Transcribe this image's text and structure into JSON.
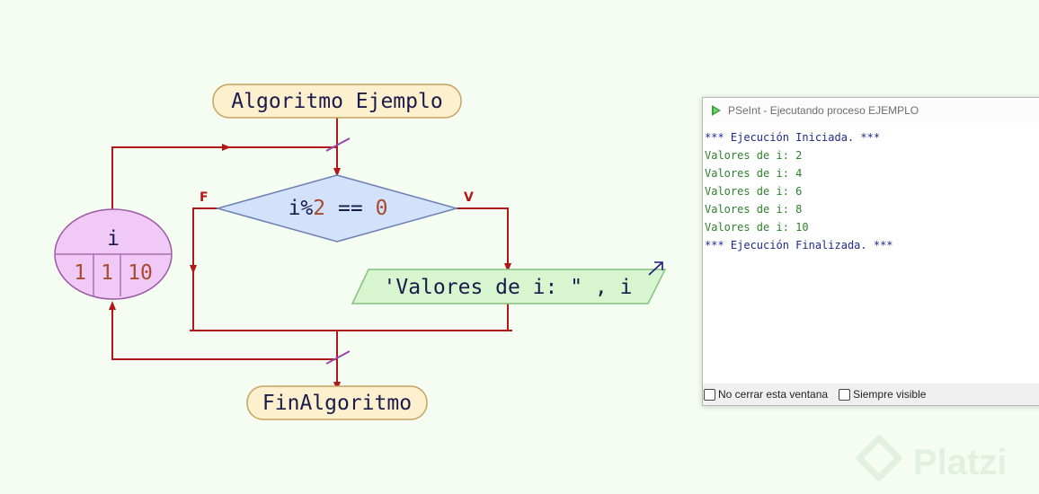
{
  "flowchart": {
    "start_label": "Algoritmo Ejemplo",
    "end_label": "FinAlgoritmo",
    "condition": {
      "var": "i",
      "op": "%",
      "mod_value": "2",
      "cmp": "==",
      "cmp_value": "0"
    },
    "false_label": "F",
    "true_label": "V",
    "output_text": "'Valores de i: \" , i",
    "loop": {
      "var": "i",
      "start": "1",
      "step": "1",
      "end": "10"
    }
  },
  "console": {
    "title": "PSeInt - Ejecutando proceso EJEMPLO",
    "lines": [
      {
        "text": "*** Ejecución Iniciada. ***",
        "kind": "sys"
      },
      {
        "text": "Valores de i: 2",
        "kind": "out"
      },
      {
        "text": "Valores de i: 4",
        "kind": "out"
      },
      {
        "text": "Valores de i: 6",
        "kind": "out"
      },
      {
        "text": "Valores de i: 8",
        "kind": "out"
      },
      {
        "text": "Valores de i: 10",
        "kind": "out"
      },
      {
        "text": "*** Ejecución Finalizada. ***",
        "kind": "sys"
      }
    ],
    "checkbox_keep_open": "No cerrar esta ventana",
    "checkbox_always_visible": "Siempre visible"
  },
  "watermark": "Platzi",
  "colors": {
    "flow_line": "#b01818",
    "terminal_fill": "#fdf0cf",
    "terminal_stroke": "#c7a25e",
    "decision_fill": "#d3e2fb",
    "decision_stroke": "#6d7fb5",
    "output_fill": "#d7f5cf",
    "output_stroke": "#82c27c",
    "loop_fill": "#f1c9f6",
    "loop_stroke": "#9b5aa3",
    "number_color": "#a84b2f",
    "text_dark": "#1b1b4b",
    "console_sys": "#1f2a8a",
    "console_out": "#2d7f2d"
  }
}
